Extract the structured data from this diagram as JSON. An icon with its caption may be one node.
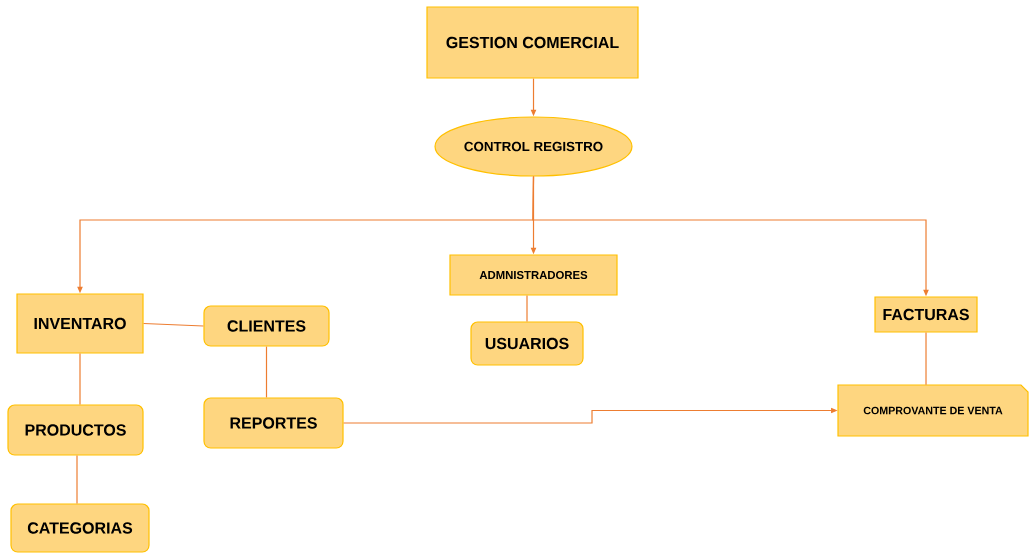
{
  "diagram": {
    "nodes": [
      {
        "text": [
          "GESTION COMERCIAL"
        ]
      },
      {
        "text": [
          "CONTROL REGISTRO"
        ]
      },
      {
        "text": [
          "ADMNISTRADORES"
        ]
      },
      {
        "text": [
          "USUARIOS"
        ]
      },
      {
        "text": [
          "INVENTARO"
        ]
      },
      {
        "text": [
          "CLIENTES"
        ]
      },
      {
        "text": [
          "PRODUCTOS"
        ]
      },
      {
        "text": [
          "REPORTES"
        ]
      },
      {
        "text": [
          "CATEGORIAS"
        ]
      },
      {
        "text": [
          "FACTURAS"
        ]
      },
      {
        "text": [
          "COMPROVANTE DE VENTA"
        ]
      }
    ],
    "edges": [
      {
        "from": 0,
        "to": 1,
        "arrow": "to"
      },
      {
        "from": 1,
        "to": 4,
        "arrow": "to"
      },
      {
        "from": 1,
        "to": 2,
        "arrow": "to"
      },
      {
        "from": 1,
        "to": 9,
        "arrow": "to"
      },
      {
        "from": 2,
        "to": 3,
        "arrow": "none"
      },
      {
        "from": 4,
        "to": 5,
        "arrow": "none"
      },
      {
        "from": 4,
        "to": 6,
        "arrow": "none"
      },
      {
        "from": 6,
        "to": 8,
        "arrow": "none"
      },
      {
        "from": 5,
        "to": 7,
        "arrow": "none"
      },
      {
        "from": 7,
        "to": 10,
        "arrow": "to"
      },
      {
        "from": 9,
        "to": 10,
        "arrow": "none"
      }
    ]
  }
}
